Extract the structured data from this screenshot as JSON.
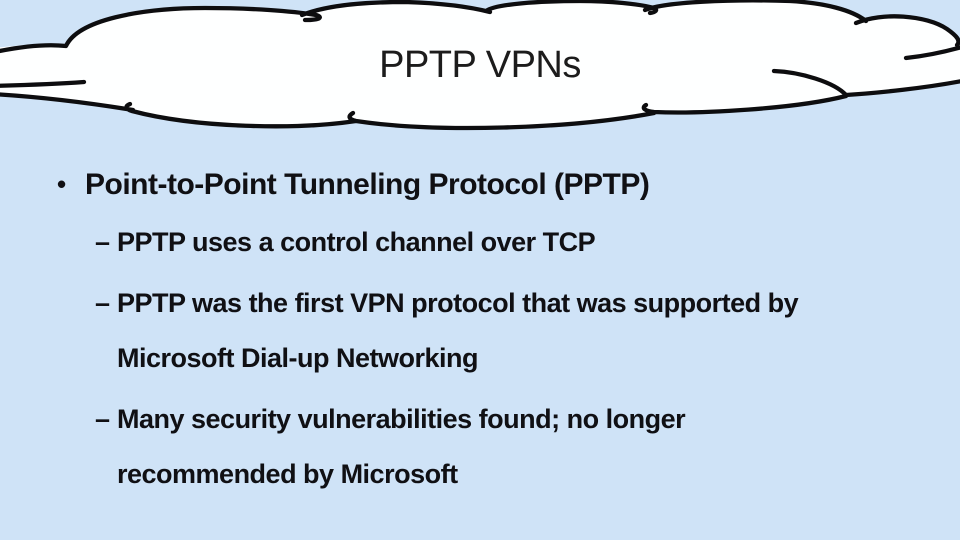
{
  "slide": {
    "title": "PPTP VPNs",
    "colors": {
      "background": "#cfe3f7",
      "cloud_fill": "#feffff",
      "cloud_outline": "#0d0d0f",
      "title_text": "#1c1c1c",
      "body_text": "#101014"
    }
  },
  "content": {
    "bullet": {
      "marker": "•",
      "text": "Point-to-Point Tunneling Protocol (PPTP)"
    },
    "sub_bullets": [
      {
        "marker": "–",
        "lines": [
          "PPTP uses a control channel over TCP"
        ]
      },
      {
        "marker": "–",
        "lines": [
          "PPTP was the first VPN protocol that was supported by",
          "Microsoft Dial-up Networking"
        ]
      },
      {
        "marker": "–",
        "lines": [
          "Many security vulnerabilities found; no longer",
          "recommended by Microsoft"
        ]
      }
    ]
  }
}
